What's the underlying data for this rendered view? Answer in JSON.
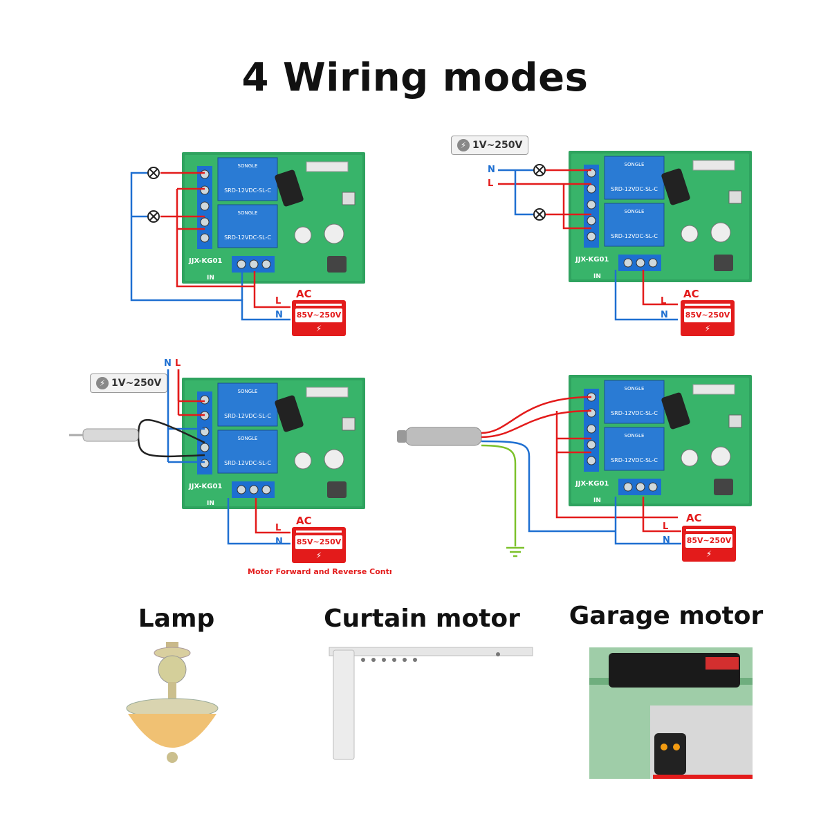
{
  "title": "4 Wiring modes",
  "colors": {
    "live": "#e31b1b",
    "neutral": "#1e6fd1",
    "ground": "#7cc12a",
    "board": "#2fa35f",
    "relay": "#2a7bd4"
  },
  "board": {
    "model": "JJX-KG01",
    "input": "IN",
    "relay_brand": "SONGLE",
    "relay_model": "SRD-12VDC-SL-C"
  },
  "power": {
    "ac_label": "AC",
    "range": "85V~250V",
    "live": "L",
    "neutral": "N"
  },
  "voltage_badge": "1V~250V",
  "motor_note": "Motor Forward and Reverse Contro",
  "captions": {
    "lamp": "Lamp",
    "curtain": "Curtain motor",
    "garage": "Garage motor"
  }
}
